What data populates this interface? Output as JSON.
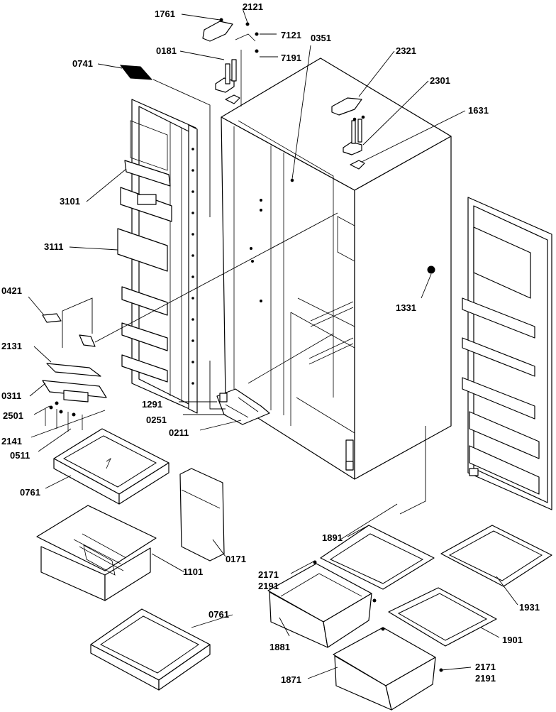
{
  "callouts": [
    {
      "id": "1761",
      "label": "1761"
    },
    {
      "id": "2121",
      "label": "2121"
    },
    {
      "id": "7121",
      "label": "7121"
    },
    {
      "id": "0181",
      "label": "0181"
    },
    {
      "id": "7191",
      "label": "7191"
    },
    {
      "id": "0351",
      "label": "0351"
    },
    {
      "id": "2321",
      "label": "2321"
    },
    {
      "id": "0741",
      "label": "0741"
    },
    {
      "id": "2301",
      "label": "2301"
    },
    {
      "id": "1631",
      "label": "1631"
    },
    {
      "id": "3101",
      "label": "3101"
    },
    {
      "id": "3111",
      "label": "3111"
    },
    {
      "id": "0421",
      "label": "0421"
    },
    {
      "id": "1331",
      "label": "1331"
    },
    {
      "id": "2131",
      "label": "2131"
    },
    {
      "id": "0311",
      "label": "0311"
    },
    {
      "id": "2501",
      "label": "2501"
    },
    {
      "id": "2141",
      "label": "2141"
    },
    {
      "id": "0511",
      "label": "0511"
    },
    {
      "id": "1291",
      "label": "1291"
    },
    {
      "id": "0251",
      "label": "0251"
    },
    {
      "id": "0211",
      "label": "0211"
    },
    {
      "id": "0761a",
      "label": "0761"
    },
    {
      "id": "0171",
      "label": "0171"
    },
    {
      "id": "1101",
      "label": "1101"
    },
    {
      "id": "1891",
      "label": "1891"
    },
    {
      "id": "2171a",
      "label": "2171"
    },
    {
      "id": "2191a",
      "label": "2191"
    },
    {
      "id": "1931",
      "label": "1931"
    },
    {
      "id": "0761b",
      "label": "0761"
    },
    {
      "id": "1881",
      "label": "1881"
    },
    {
      "id": "1901",
      "label": "1901"
    },
    {
      "id": "1871",
      "label": "1871"
    },
    {
      "id": "2171b",
      "label": "2171"
    },
    {
      "id": "2191b",
      "label": "2191"
    }
  ]
}
